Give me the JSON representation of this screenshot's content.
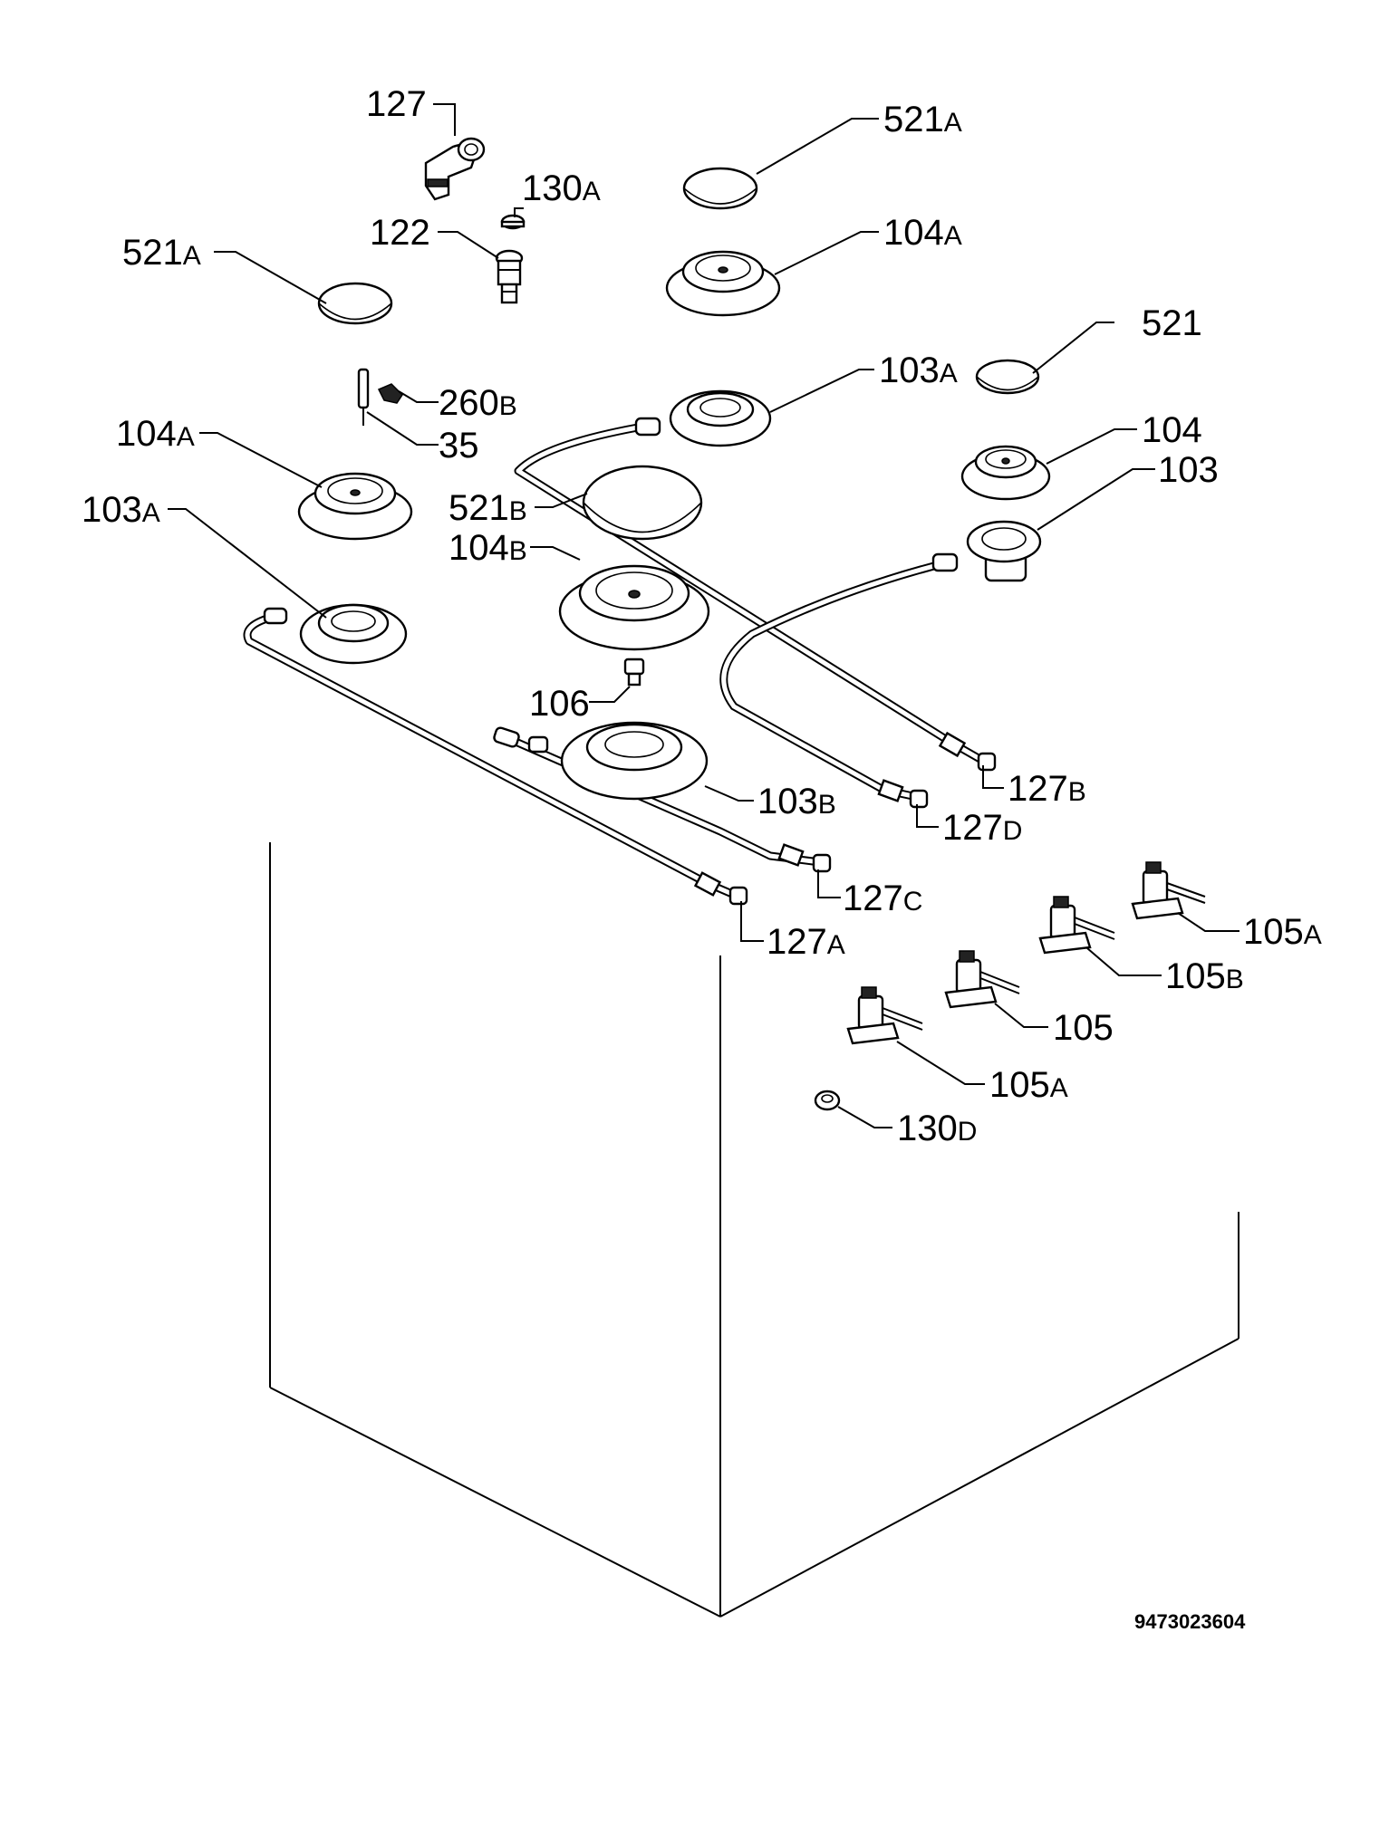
{
  "drawing_number": "9473023604",
  "callouts": [
    {
      "id": "lbl-127-top",
      "num": "127",
      "suffix": ""
    },
    {
      "id": "lbl-130a",
      "num": "130",
      "suffix": "A"
    },
    {
      "id": "lbl-122",
      "num": "122",
      "suffix": ""
    },
    {
      "id": "lbl-521a-left",
      "num": "521",
      "suffix": "A"
    },
    {
      "id": "lbl-521a-right",
      "num": "521",
      "suffix": "A"
    },
    {
      "id": "lbl-104a-right",
      "num": "104",
      "suffix": "A"
    },
    {
      "id": "lbl-521",
      "num": "521",
      "suffix": ""
    },
    {
      "id": "lbl-103a-top",
      "num": "103",
      "suffix": "A"
    },
    {
      "id": "lbl-260b",
      "num": "260",
      "suffix": "B"
    },
    {
      "id": "lbl-35",
      "num": "35",
      "suffix": ""
    },
    {
      "id": "lbl-104a-left",
      "num": "104",
      "suffix": "A"
    },
    {
      "id": "lbl-104",
      "num": "104",
      "suffix": ""
    },
    {
      "id": "lbl-103",
      "num": "103",
      "suffix": ""
    },
    {
      "id": "lbl-521b",
      "num": "521",
      "suffix": "B"
    },
    {
      "id": "lbl-104b",
      "num": "104",
      "suffix": "B"
    },
    {
      "id": "lbl-103a-left",
      "num": "103",
      "suffix": "A"
    },
    {
      "id": "lbl-106",
      "num": "106",
      "suffix": ""
    },
    {
      "id": "lbl-103b",
      "num": "103",
      "suffix": "B"
    },
    {
      "id": "lbl-127b",
      "num": "127",
      "suffix": "B"
    },
    {
      "id": "lbl-127d",
      "num": "127",
      "suffix": "D"
    },
    {
      "id": "lbl-127c",
      "num": "127",
      "suffix": "C"
    },
    {
      "id": "lbl-127a",
      "num": "127",
      "suffix": "A"
    },
    {
      "id": "lbl-105a-right",
      "num": "105",
      "suffix": "A"
    },
    {
      "id": "lbl-105b",
      "num": "105",
      "suffix": "B"
    },
    {
      "id": "lbl-105",
      "num": "105",
      "suffix": ""
    },
    {
      "id": "lbl-105a-bottom",
      "num": "105",
      "suffix": "A"
    },
    {
      "id": "lbl-130d",
      "num": "130",
      "suffix": "D"
    }
  ]
}
